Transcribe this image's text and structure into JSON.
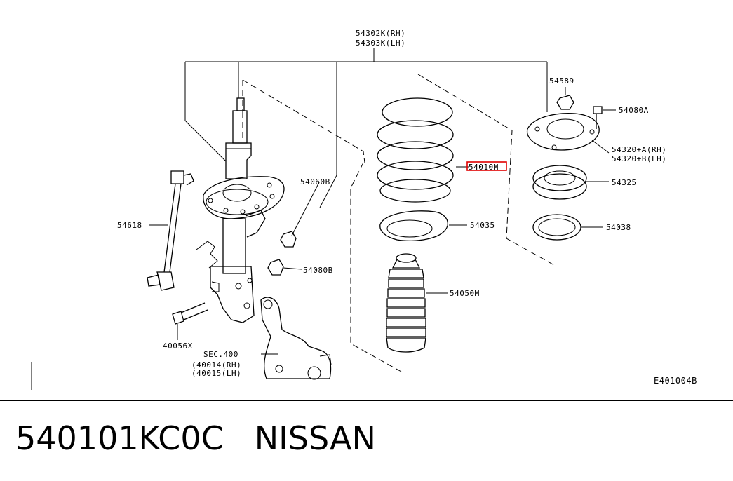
{
  "diagram": {
    "labels": {
      "assembly_rh": "54302K(RH)",
      "assembly_lh": "54303K(LH)",
      "nut_54589": "54589",
      "bolt_54080a": "54080A",
      "mount_rh": "54320+A(RH)",
      "mount_lh": "54320+B(LH)",
      "spring": "54010M",
      "bearing": "54325",
      "seat": "54035",
      "insulator": "54038",
      "bound_bumper": "54050M",
      "bracket_nut": "54060B",
      "stabilizer_link": "54618",
      "nut_54080b": "54080B",
      "bolt_40056x": "40056X",
      "sec_ref": "SEC.400",
      "knuckle_rh": "(40014(RH)",
      "knuckle_lh": "(40015(LH)",
      "figure_code": "E401004B"
    },
    "highlight_color": "#e00000"
  },
  "footer": {
    "part_number": "540101KC0C",
    "brand": "NISSAN"
  }
}
